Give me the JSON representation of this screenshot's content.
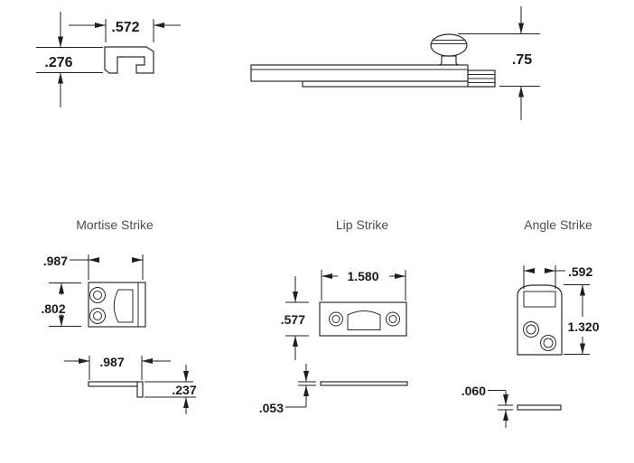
{
  "drawing": {
    "background": "#ffffff",
    "line_color": "#2b2b2b",
    "dimension_text_color": "#1a1a1a",
    "title_color": "#4c4c4c"
  },
  "sections": {
    "mortise": {
      "title": "Mortise Strike"
    },
    "lip": {
      "title": "Lip Strike"
    },
    "angle": {
      "title": "Angle Strike"
    }
  },
  "dims": {
    "cross_width": ".572",
    "cross_height": ".276",
    "bolt_height": ".75",
    "mortise_face_width": ".987",
    "mortise_face_height": ".802",
    "mortise_side_width": ".987",
    "mortise_lip_depth": ".237",
    "lip_face_width": "1.580",
    "lip_face_height": ".577",
    "lip_thickness": ".053",
    "angle_opening_width": ".592",
    "angle_face_height": "1.320",
    "angle_thickness": ".060"
  }
}
